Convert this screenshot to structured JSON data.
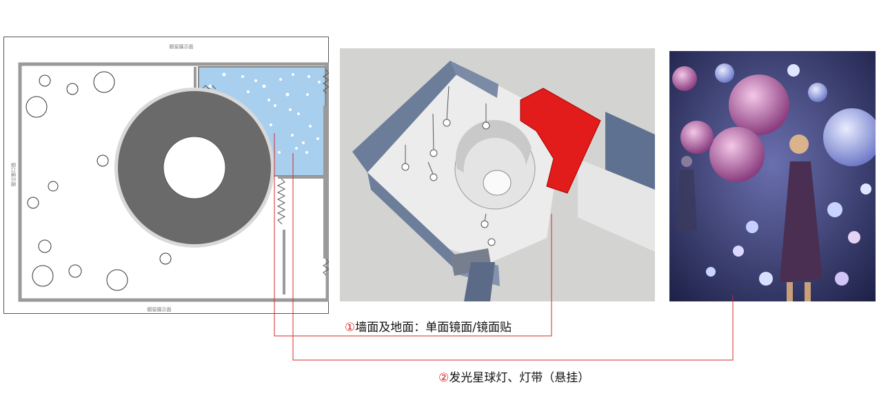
{
  "floorplan": {
    "label_top": "橱窗展示面",
    "label_bottom": "橱窗展示面",
    "label_left": "窗口展示面"
  },
  "captions": [
    {
      "num": "①",
      "text": "墙面及地面：单面镜面/镜面贴"
    },
    {
      "num": "②",
      "text": "发光星球灯、灯带（悬挂）"
    }
  ],
  "colors": {
    "connector": "#d42a2a",
    "caption_number": "#e02020",
    "mirror_zone": "#a9cfee",
    "ring": "#6a6a6a",
    "highlight": "#e21b1b"
  }
}
